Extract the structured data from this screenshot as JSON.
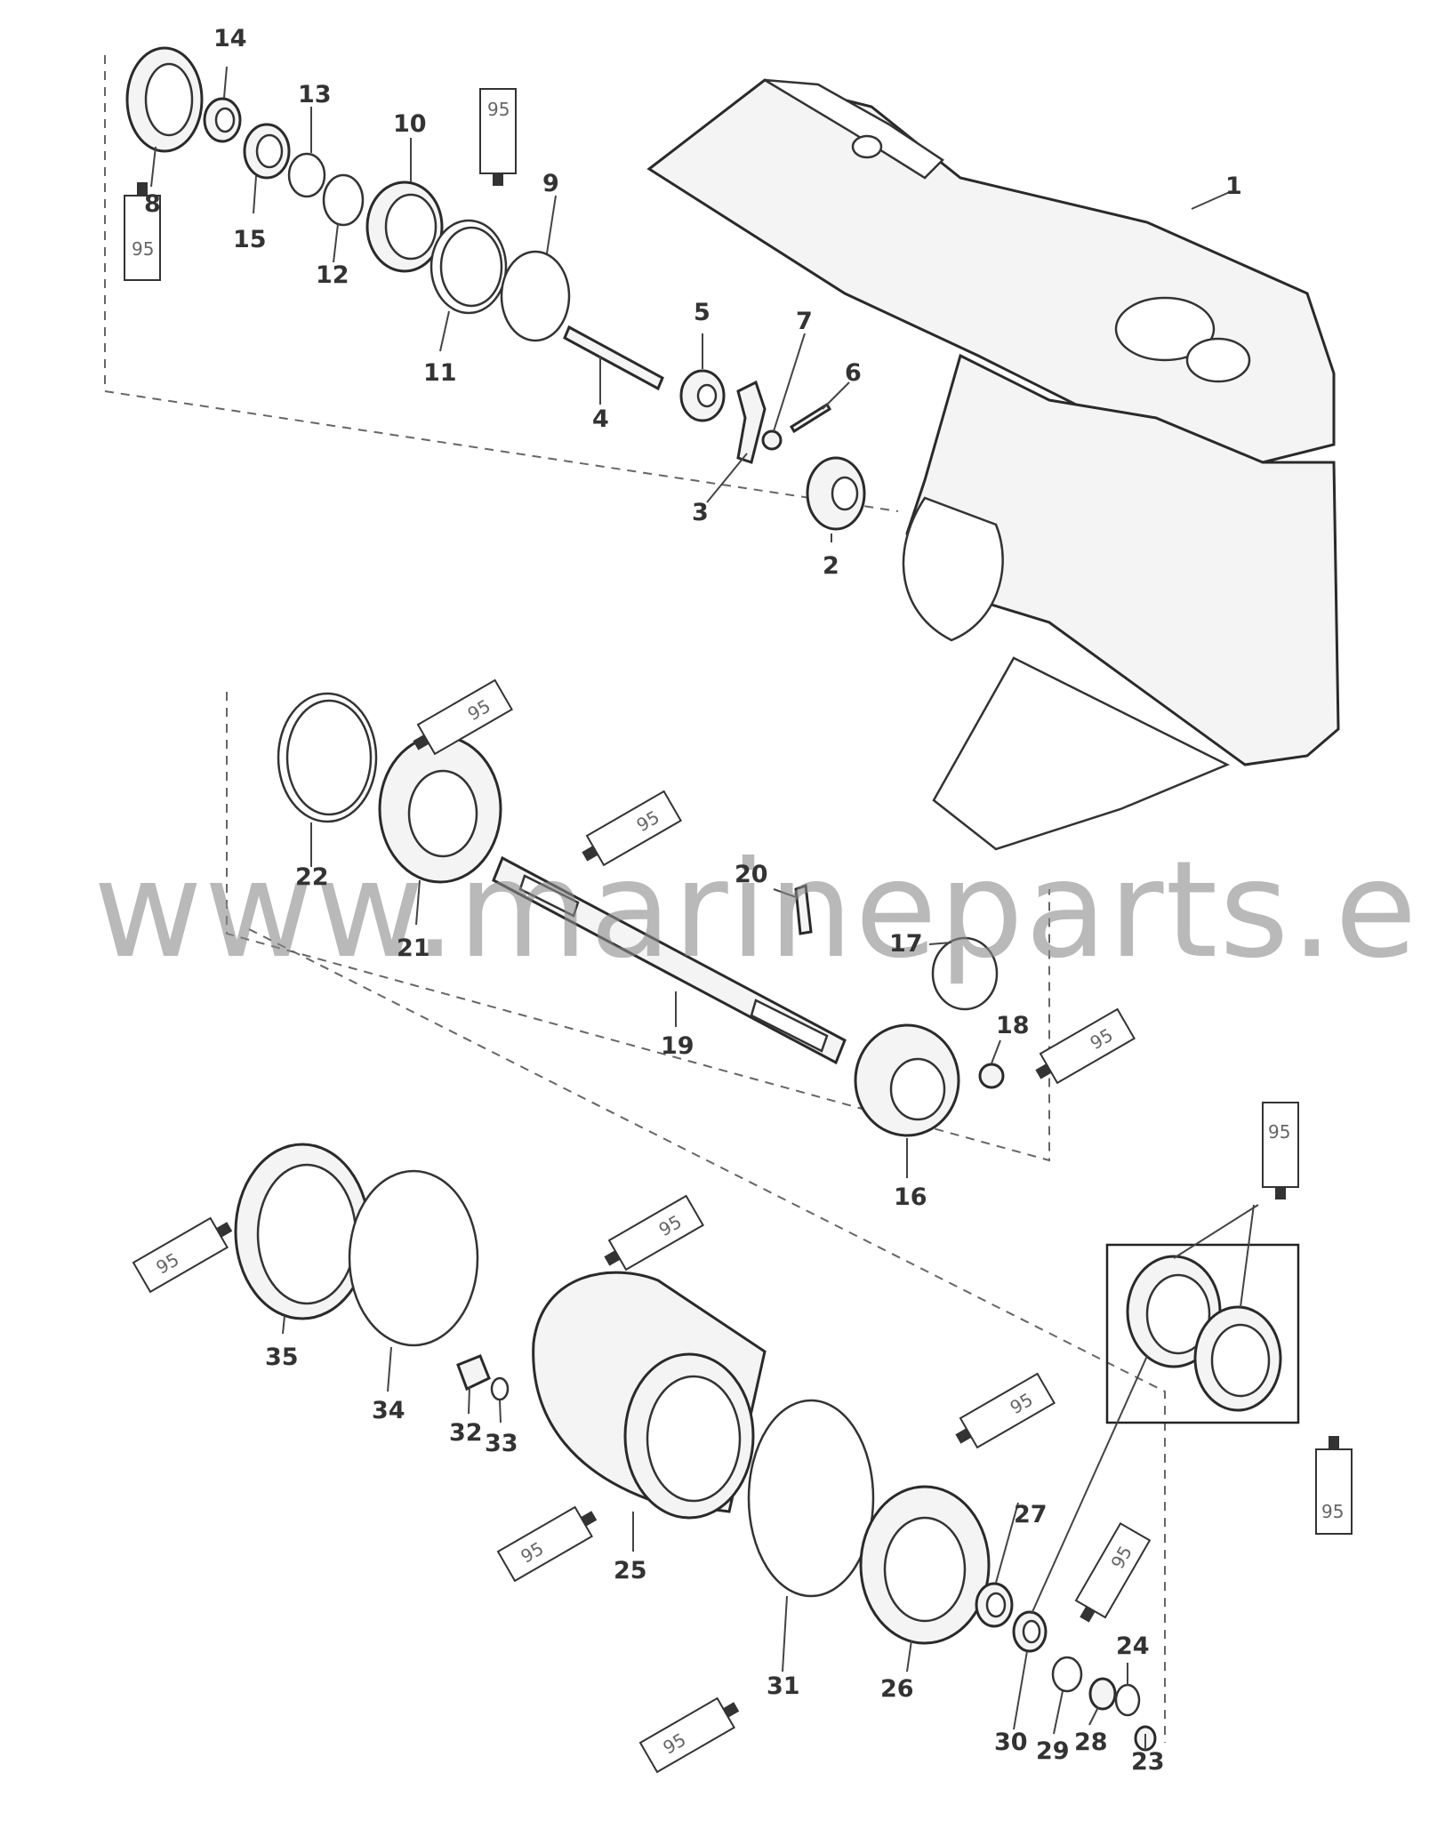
{
  "watermark": "www.marineparts.eu",
  "tube_label": "95",
  "callouts": {
    "c1": "1",
    "c2": "2",
    "c3": "3",
    "c4": "4",
    "c5": "5",
    "c6": "6",
    "c7": "7",
    "c8": "8",
    "c9": "9",
    "c10": "10",
    "c11": "11",
    "c12": "12",
    "c13": "13",
    "c14": "14",
    "c15": "15",
    "c16": "16",
    "c17": "17",
    "c18": "18",
    "c19": "19",
    "c20": "20",
    "c21": "21",
    "c22": "22",
    "c23": "23",
    "c24": "24",
    "c25": "25",
    "c26": "26",
    "c27": "27",
    "c28": "28",
    "c29": "29",
    "c30": "30",
    "c31": "31",
    "c32": "32",
    "c33": "33",
    "c34": "34",
    "c35": "35"
  }
}
